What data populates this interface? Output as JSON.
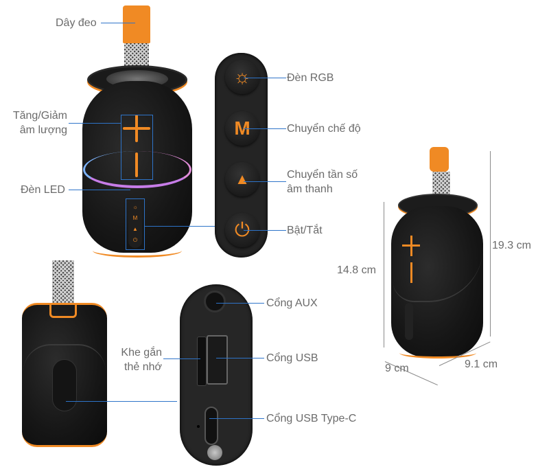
{
  "labels": {
    "strap": "Dây đeo",
    "volume_line1": "Tăng/Giảm",
    "volume_line2": "âm lượng",
    "led": "Đèn LED",
    "rgb": "Đèn RGB",
    "mode": "Chuyển chế độ",
    "eq_line1": "Chuyển tần số",
    "eq_line2": "âm thanh",
    "power": "Bật/Tắt",
    "aux": "Cổng AUX",
    "usb": "Cổng USB",
    "sd_line1": "Khe gắn",
    "sd_line2": "thẻ nhớ",
    "usbc": "Cổng USB Type-C"
  },
  "buttons": {
    "mode_glyph": "M"
  },
  "dimensions": {
    "height_body": "14.8 cm",
    "height_total": "19.3 cm",
    "width": "9 cm",
    "depth": "9.1 cm"
  },
  "colors": {
    "accent": "#f08a24",
    "callout_line": "#2e74c9",
    "label_text": "#6b6b6b",
    "dimension_line": "#8a8a8a"
  }
}
